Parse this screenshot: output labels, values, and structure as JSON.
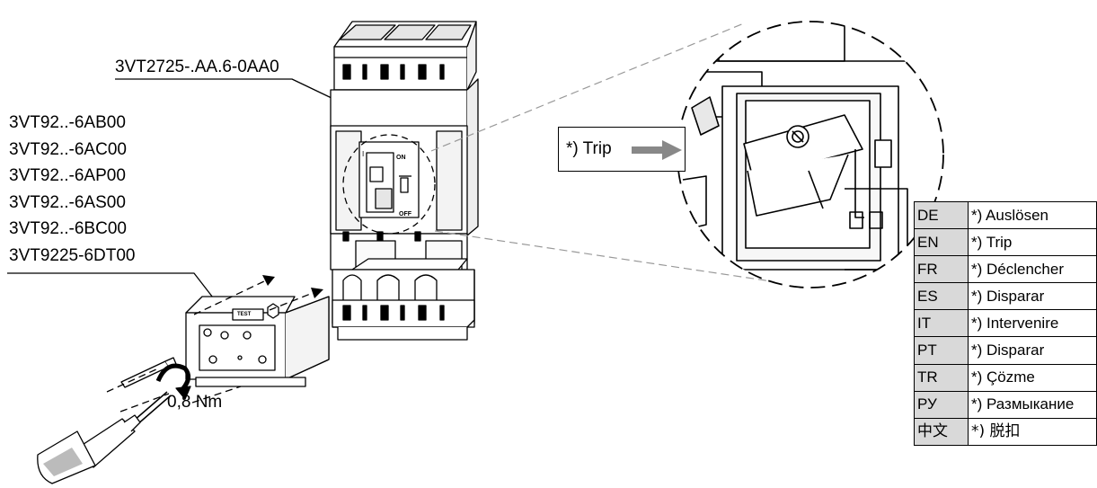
{
  "main_part": "3VT2725-.AA.6-0AA0",
  "accessory_parts": [
    "3VT92..-6AB00",
    "3VT92..-6AC00",
    "3VT92..-6AP00",
    "3VT92..-6AS00",
    "3VT92..-6BC00",
    "3VT9225-6DT00"
  ],
  "torque": "0,8 Nm",
  "trip_callout": "*) Trip",
  "device_marks": {
    "on": "ON",
    "off": "OFF",
    "one": "I",
    "test": "TEST"
  },
  "translations": [
    {
      "code": "DE",
      "term": "*) Auslösen"
    },
    {
      "code": "EN",
      "term": "*) Trip"
    },
    {
      "code": "FR",
      "term": "*) Déclencher"
    },
    {
      "code": "ES",
      "term": "*) Disparar"
    },
    {
      "code": "IT",
      "term": "*) Intervenire"
    },
    {
      "code": "PT",
      "term": "*) Disparar"
    },
    {
      "code": "TR",
      "term": "*) Çözme"
    },
    {
      "code": "РУ",
      "term": "*) Размыкание"
    },
    {
      "code": "中文",
      "term": "*) 脱扣"
    }
  ]
}
